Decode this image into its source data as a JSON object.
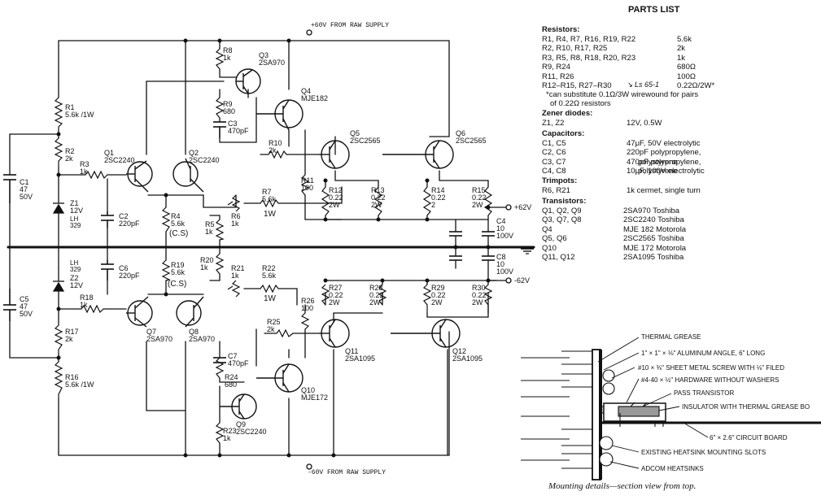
{
  "rails": {
    "top": "+60V FROM RAW SUPPLY",
    "bottom": "-60V FROM RAW SUPPLY",
    "out_pos": "+62V",
    "out_neg": "-62V"
  },
  "components": {
    "r1": [
      "R1",
      "5.6k /1W"
    ],
    "r2": [
      "R2",
      "2k"
    ],
    "r3": [
      "R3",
      "1k"
    ],
    "c1": [
      "C1",
      "47",
      "50V"
    ],
    "z1": [
      "Z1",
      "12V"
    ],
    "z1_hw": "LH 329",
    "q1": [
      "Q1",
      "2SC2240"
    ],
    "q2": [
      "Q2",
      "2SC2240"
    ],
    "c2": [
      "C2",
      "220pF"
    ],
    "r4": [
      "R4",
      "5.6k"
    ],
    "r4_hw": "(C.S)",
    "r5": [
      "R5",
      "1k"
    ],
    "r6": [
      "R6",
      "1k"
    ],
    "r7": [
      "R7",
      "5.6k"
    ],
    "r7_hw": "1W",
    "r8": [
      "R8",
      "1k"
    ],
    "q3": [
      "Q3",
      "2SA970"
    ],
    "r9": [
      "R9",
      "680"
    ],
    "c3": [
      "C3",
      "470pF"
    ],
    "q4": [
      "Q4",
      "MJE182"
    ],
    "r10": [
      "R10",
      "2k"
    ],
    "r11": [
      "R11",
      "100"
    ],
    "q5": [
      "Q5",
      "2SC2565"
    ],
    "q6": [
      "Q6",
      "2SC2565"
    ],
    "r12": [
      "R12",
      "0.22",
      "2W"
    ],
    "r13": [
      "R13",
      "0.22",
      "2W"
    ],
    "r14": [
      "R14",
      "0.22",
      "2"
    ],
    "r15": [
      "R15",
      "0.22",
      "2W"
    ],
    "c4": [
      "C4",
      "10",
      "100V"
    ],
    "c8": [
      "C8",
      "10",
      "100V"
    ],
    "c5": [
      "C5",
      "47",
      "50V"
    ],
    "z2": [
      "Z2",
      "12V"
    ],
    "z2_hw": "LH 329",
    "c6": [
      "C6",
      "220pF"
    ],
    "r18": [
      "R18",
      "1k"
    ],
    "r17": [
      "R17",
      "2k"
    ],
    "r16": [
      "R16",
      "5.6k /1W"
    ],
    "q7": [
      "Q7",
      "2SA970"
    ],
    "q8": [
      "Q8",
      "2SA970"
    ],
    "r19": [
      "R19",
      "5.6k"
    ],
    "r19_hw": "(C.S)",
    "r20": [
      "R20",
      "1k"
    ],
    "r21": [
      "R21",
      "1k"
    ],
    "r22": [
      "R22",
      "5.6k"
    ],
    "r22_hw": "1W",
    "r26": [
      "R26",
      "100"
    ],
    "r25": [
      "R25",
      "2k"
    ],
    "c7": [
      "C7",
      "470pF"
    ],
    "r24": [
      "R24",
      "680"
    ],
    "q10": [
      "Q10",
      "MJE172"
    ],
    "q9": [
      "Q9",
      "2SC2240"
    ],
    "r23": [
      "R23",
      "1k"
    ],
    "q11": [
      "Q11",
      "2SA1095"
    ],
    "q12": [
      "Q12",
      "2SA1095"
    ],
    "r27": [
      "R27",
      "0.22",
      "2W"
    ],
    "r28": [
      "R28",
      "0.22",
      "2W"
    ],
    "r29": [
      "R29",
      "0.22",
      "2W"
    ],
    "r30": [
      "R30",
      "0.22",
      "2W"
    ]
  },
  "parts_list": {
    "title": "PARTS LIST",
    "resistors_head": "Resistors:",
    "resistors": [
      {
        "ref": "R1, R4, R7, R16, R19, R22",
        "val": "5.6k"
      },
      {
        "ref": "R2, R10, R17, R25",
        "val": "2k"
      },
      {
        "ref": "R3, R5, R8, R18, R20, R23",
        "val": "1k"
      },
      {
        "ref": "R9, R24",
        "val": "680Ω"
      },
      {
        "ref": "R11, R26",
        "val": "100Ω"
      },
      {
        "ref": "R12–R15, R27–R30",
        "val": "0.22Ω/2W*"
      }
    ],
    "r12_hw": "↘ Ls 65-1",
    "resistor_note": [
      "*can substitute 0.1Ω/3W wirewound for pairs",
      "of 0.22Ω resistors"
    ],
    "zener_head": "Zener diodes:",
    "zener": [
      {
        "ref": "Z1, Z2",
        "val": "12V, 0.5W"
      }
    ],
    "cap_head": "Capacitors:",
    "caps": [
      {
        "ref": "C1, C5",
        "val": "47μF, 50V electrolytic"
      },
      {
        "ref": "C2, C6",
        "val": "220pF polypropylene,",
        "val2": "polystyrene"
      },
      {
        "ref": "C3, C7",
        "val": "470pF polypropylene,",
        "val2": "polystyrene"
      },
      {
        "ref": "C4, C8",
        "val": "10μF, 100V electrolytic"
      }
    ],
    "trim_head": "Trimpots:",
    "trim": [
      {
        "ref": "R6, R21",
        "val": "1k cermet, single turn"
      }
    ],
    "trans_head": "Transistors:",
    "trans": [
      {
        "ref": "Q1, Q2, Q9",
        "val": "2SA970 Toshiba"
      },
      {
        "ref": "Q3, Q7, Q8",
        "val": "2SC2240 Toshiba"
      },
      {
        "ref": "Q4",
        "val": "MJE 182 Motorola"
      },
      {
        "ref": "Q5, Q6",
        "val": "2SC2565 Toshiba"
      },
      {
        "ref": "Q10",
        "val": "MJE 172 Motorola"
      },
      {
        "ref": "Q11, Q12",
        "val": "2SA1095 Toshiba"
      }
    ]
  },
  "mounting": {
    "labels": [
      "THERMAL GREASE",
      "1\" × 1\" × ⅛\" ALUMINUM ANGLE, 6\" LONG",
      "#10 × ⅜\" SHEET METAL SCREW WITH ⅛\" FILED",
      "#4-40 × ½\" HARDWARE WITHOUT WASHERS",
      "PASS TRANSISTOR",
      "INSULATOR WITH THERMAL GREASE BO",
      "6\" × 2.6\" CIRCUIT BOARD",
      "EXISTING HEATSINK MOUNTING SLOTS",
      "ADCOM HEATSINKS"
    ],
    "caption": "Mounting details—section view from top."
  }
}
